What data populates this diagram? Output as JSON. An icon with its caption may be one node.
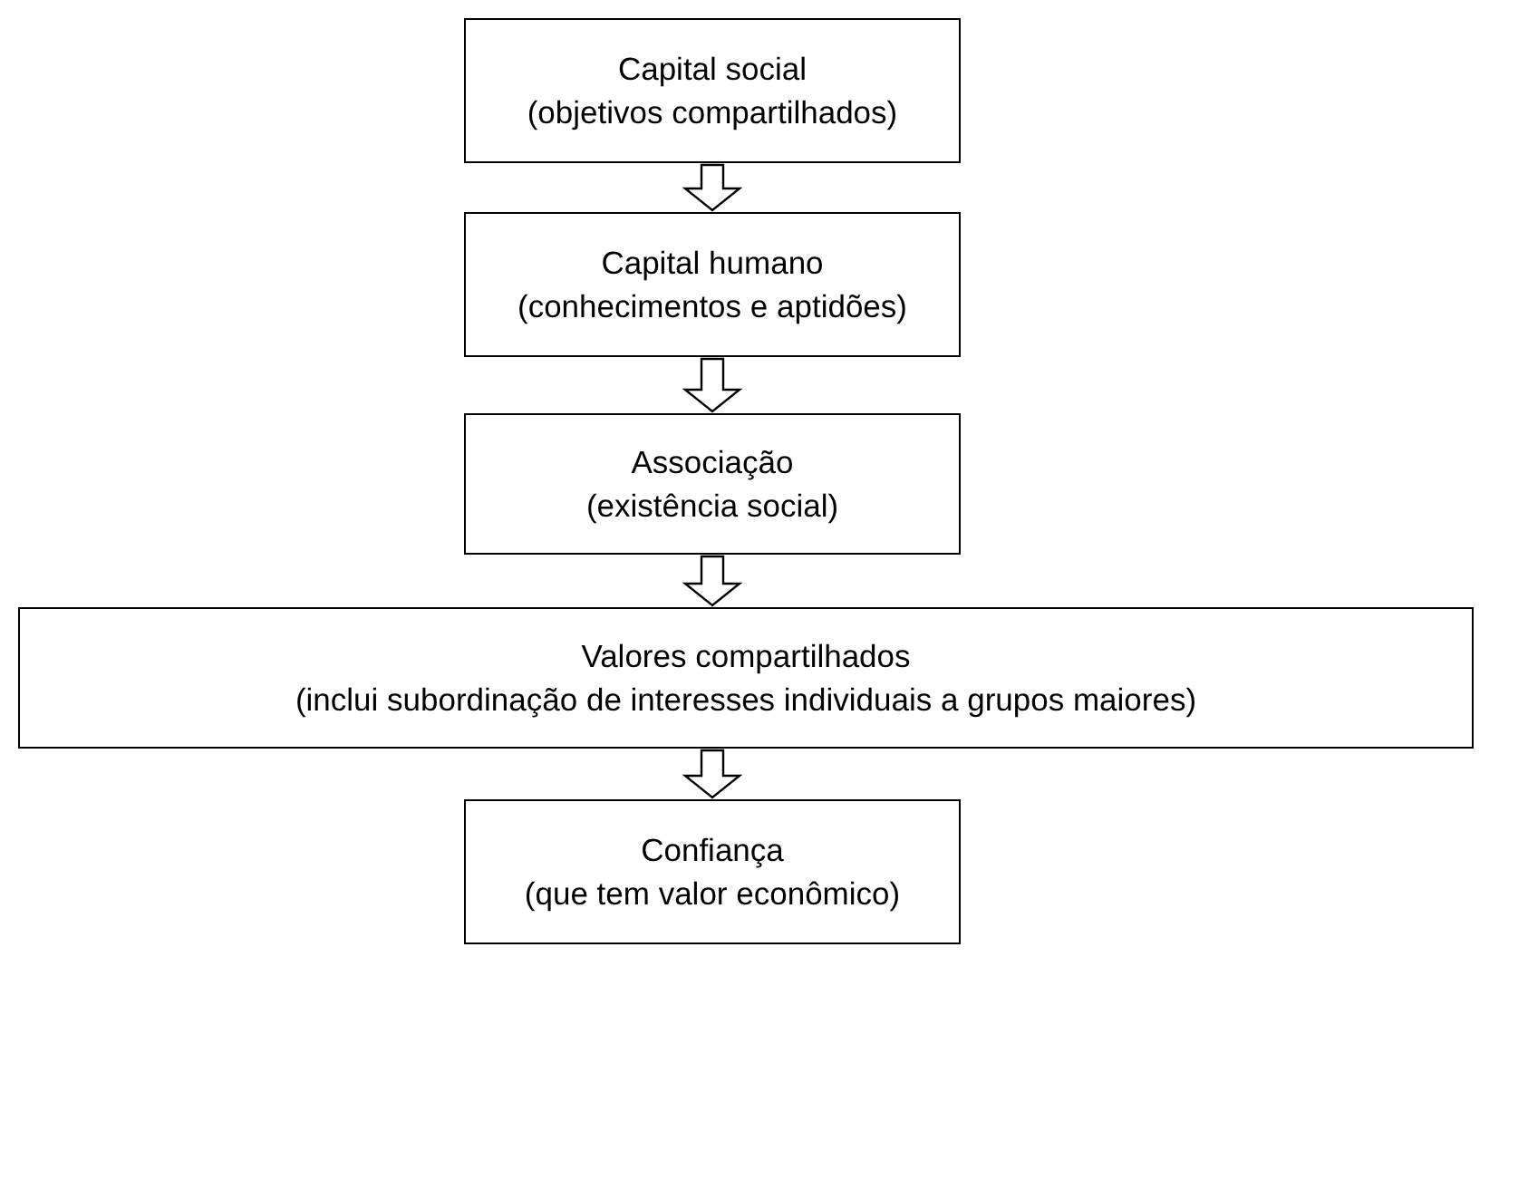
{
  "diagram": {
    "nodes": [
      {
        "text": [
          "Capital social",
          "(objetivos compartilhados)"
        ]
      },
      {
        "text": [
          "Capital humano",
          "(conhecimentos e aptidões)"
        ]
      },
      {
        "text": [
          "Associação",
          "(existência social)"
        ]
      },
      {
        "text": [
          "Valores compartilhados",
          "(inclui subordinação de interesses individuais a grupos maiores)"
        ]
      },
      {
        "text": [
          "Confiança",
          "(que tem valor econômico)"
        ]
      }
    ],
    "edges": [
      {
        "from": 0,
        "to": 1,
        "arrow": "to"
      },
      {
        "from": 1,
        "to": 2,
        "arrow": "to"
      },
      {
        "from": 2,
        "to": 3,
        "arrow": "to"
      },
      {
        "from": 3,
        "to": 4,
        "arrow": "to"
      }
    ]
  }
}
